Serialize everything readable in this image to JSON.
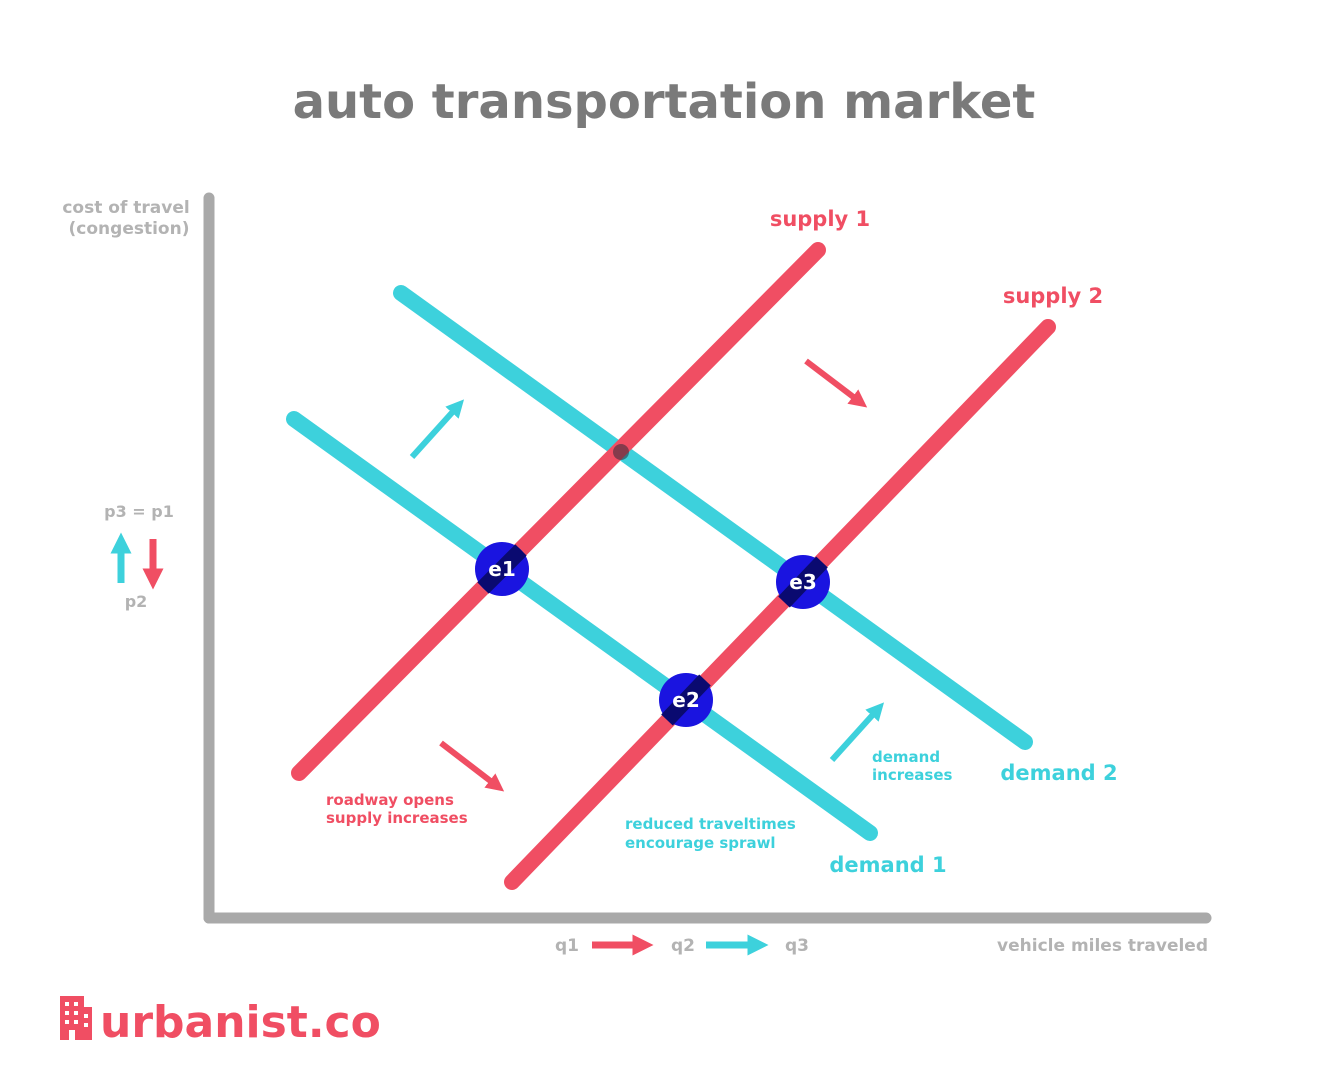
{
  "title": "auto transportation market",
  "y_axis_label": [
    "cost of travel",
    "(congestion)"
  ],
  "x_axis_label": "vehicle miles traveled",
  "curves": {
    "supply1": "supply 1",
    "supply2": "supply 2",
    "demand1": "demand 1",
    "demand2": "demand 2"
  },
  "equilibria": {
    "e1": "e1",
    "e2": "e2",
    "e3": "e3"
  },
  "annotations": {
    "supply_shift": [
      "roadway opens",
      "supply increases"
    ],
    "sprawl": [
      "reduced traveltimes",
      "encourage sprawl"
    ],
    "demand_shift": [
      "demand",
      "increases"
    ]
  },
  "price_legend": {
    "top": "p3 = p1",
    "bottom": "p2"
  },
  "quantity_legend": {
    "q1": "q1",
    "q2": "q2",
    "q3": "q3"
  },
  "brand": "urbanist.co",
  "colors": {
    "supply": "#f04e63",
    "demand": "#3dd1dc",
    "equilibrium": "#1a14e0",
    "axis": "#a9a9a9",
    "title": "#7a7a7a",
    "axis_label": "#b3b3b3"
  }
}
